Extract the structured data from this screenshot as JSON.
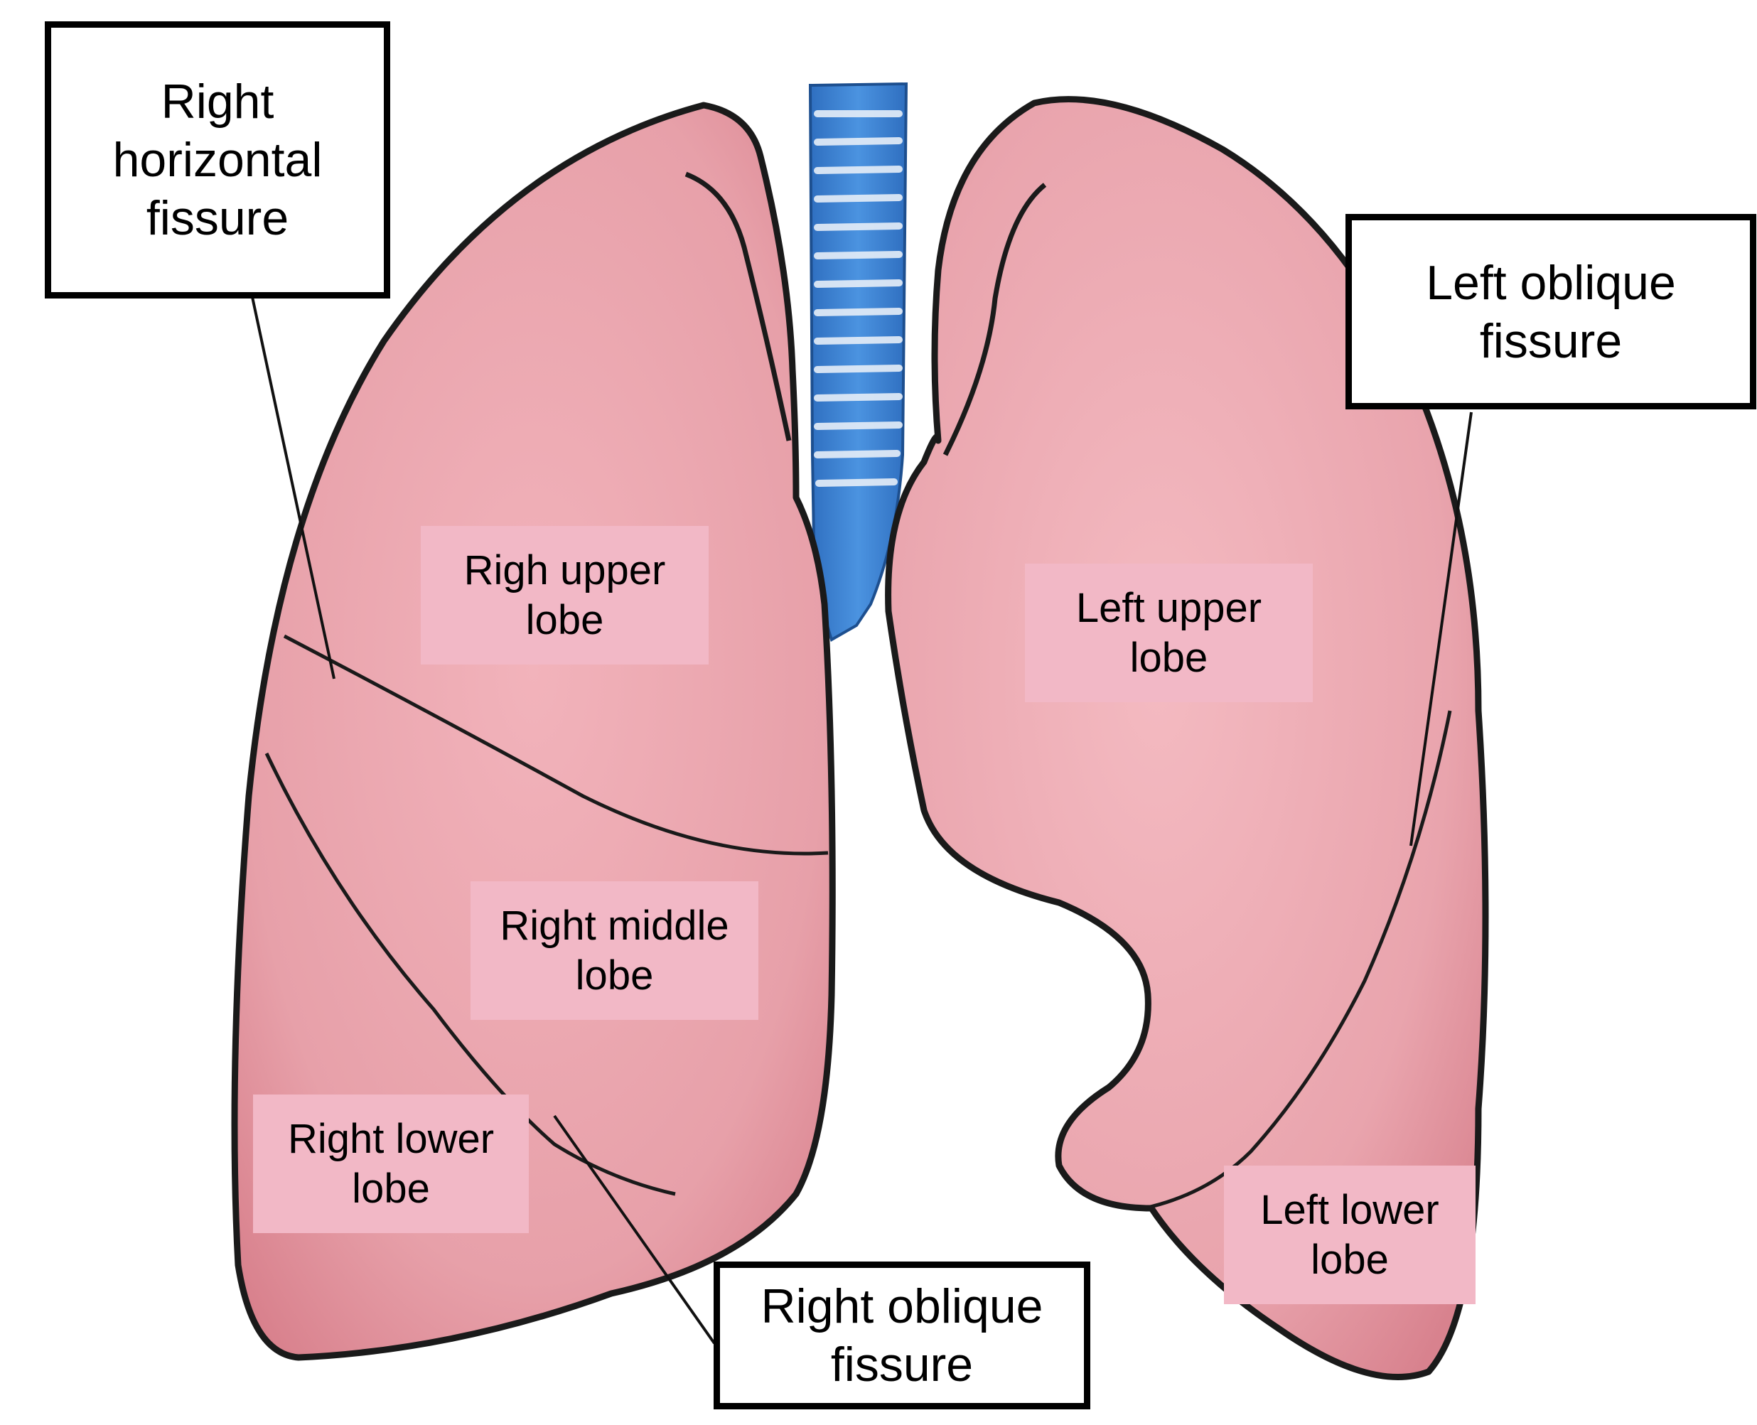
{
  "callouts": {
    "right_horizontal_fissure": "Right\nhorizontal\nfissure",
    "left_oblique_fissure": "Left oblique\nfissure",
    "right_oblique_fissure": "Right oblique\nfissure"
  },
  "lobes": {
    "right_upper": "Righ upper\nlobe",
    "right_middle": "Right middle\nlobe",
    "right_lower": "Right lower\nlobe",
    "left_upper": "Left upper\nlobe",
    "left_lower": "Left lower\nlobe"
  },
  "colors": {
    "lung_fill": "#e8a0a8",
    "lung_outline": "#1a1a1a",
    "trachea": "#3f86d6",
    "label_bg": "#f2b8c6"
  }
}
